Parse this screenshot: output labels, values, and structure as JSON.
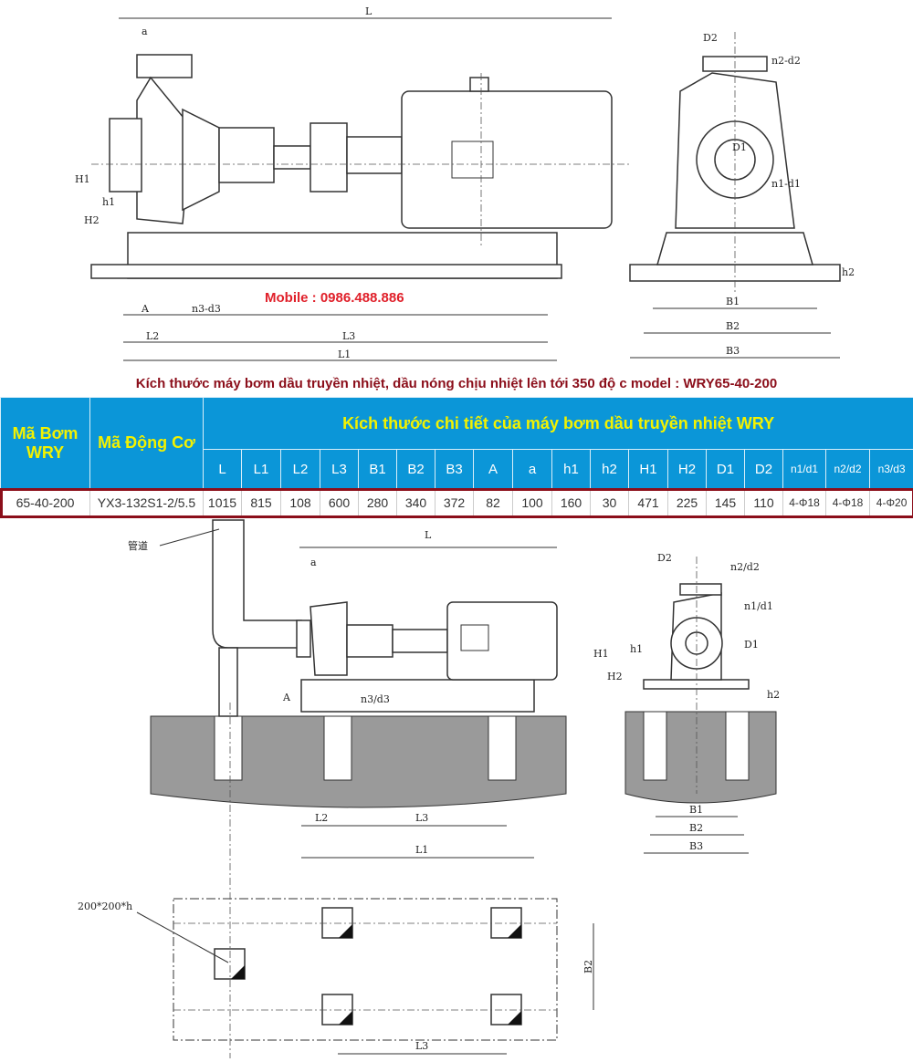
{
  "mobile": "Mobile : 0986.488.886",
  "caption": "Kích thước máy bơm dầu truyền nhiệt, dầu nóng chịu nhiệt lên tới 350 độ c model : WRY65-40-200",
  "table": {
    "col_pump": "Mã Bơm WRY",
    "col_motor": "Mã Động Cơ",
    "group_title": "Kích thước chi tiết của máy bơm dầu truyền nhiệt WRY",
    "dims": [
      "L",
      "L1",
      "L2",
      "L3",
      "B1",
      "B2",
      "B3",
      "A",
      "a",
      "h1",
      "h2",
      "H1",
      "H2",
      "D1",
      "D2",
      "n1/d1",
      "n2/d2",
      "n3/d3"
    ],
    "row": {
      "pump": "65-40-200",
      "motor": "YX3-132S1-2/5.5",
      "values": [
        "1015",
        "815",
        "108",
        "600",
        "280",
        "340",
        "372",
        "82",
        "100",
        "160",
        "30",
        "471",
        "225",
        "145",
        "110",
        "4-Φ18",
        "4-Φ18",
        "4-Φ20"
      ]
    }
  },
  "top_drawing": {
    "L": "L",
    "a": "a",
    "H1": "H1",
    "H2": "H2",
    "h1": "h1",
    "A": "A",
    "n3d3": "n3-d3",
    "L2": "L2",
    "L3": "L3",
    "L1": "L1",
    "D2": "D2",
    "n2d2": "n2-d2",
    "D1": "D1",
    "n1d1": "n1-d1",
    "h2": "h2",
    "B1": "B1",
    "B2": "B2",
    "B3": "B3"
  },
  "bottom_drawing": {
    "pipe": "管道",
    "L": "L",
    "a": "a",
    "A": "A",
    "n3d3": "n3/d3",
    "L2": "L2",
    "L3": "L3",
    "L1": "L1",
    "D2": "D2",
    "n2d2": "n2/d2",
    "n1d1": "n1/d1",
    "D1": "D1",
    "H1": "H1",
    "H2": "H2",
    "h1": "h1",
    "h2": "h2",
    "B1": "B1",
    "B2": "B2",
    "B3": "B3",
    "hole": "200*200*h",
    "plan_B2": "B2",
    "plan_L3": "L3"
  }
}
